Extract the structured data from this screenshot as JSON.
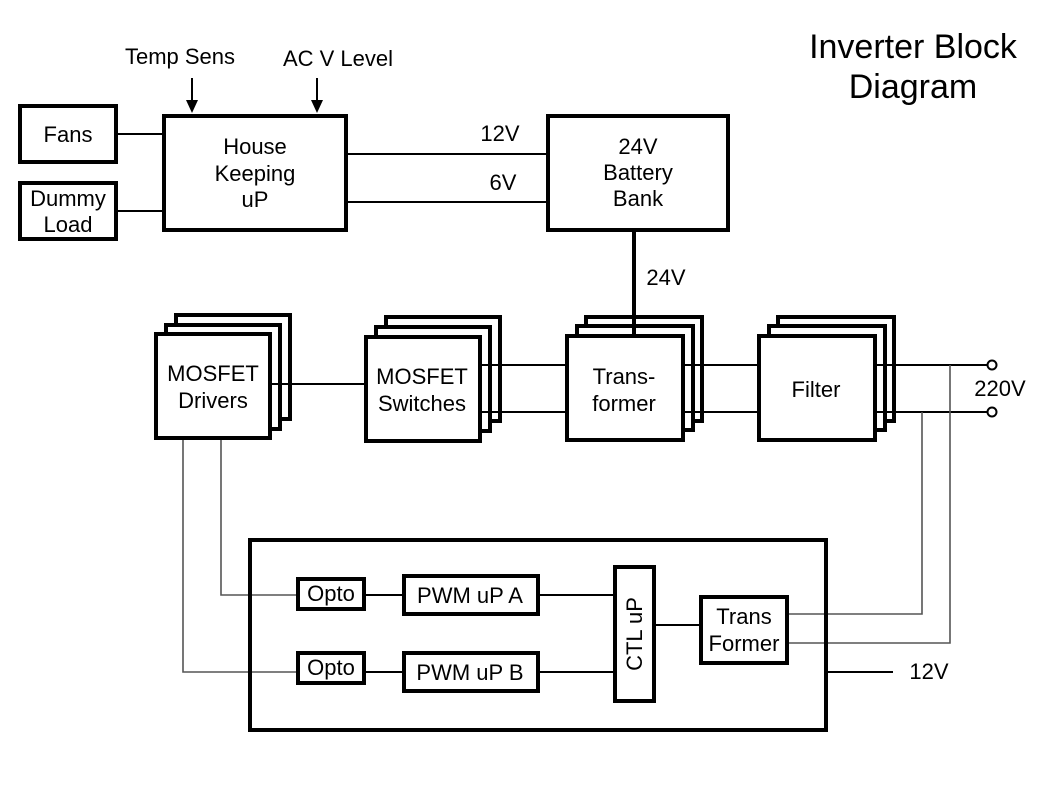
{
  "title": [
    "Inverter Block",
    "Diagram"
  ],
  "inputs": {
    "temp_sens": "Temp Sens",
    "ac_v_level": "AC V Level"
  },
  "blocks": {
    "fans": [
      "Fans"
    ],
    "dummy_load": [
      "Dummy",
      "Load"
    ],
    "housekeeping": [
      "House",
      "Keeping",
      "uP"
    ],
    "battery": [
      "24V",
      "Battery",
      "Bank"
    ],
    "mosfet_drivers": [
      "MOSFET",
      "Drivers"
    ],
    "mosfet_switches": [
      "MOSFET",
      "Switches"
    ],
    "transformer": [
      "Trans-",
      "former"
    ],
    "filter": [
      "Filter"
    ],
    "opto_a": [
      "Opto"
    ],
    "opto_b": [
      "Opto"
    ],
    "pwm_a": [
      "PWM uP A"
    ],
    "pwm_b": [
      "PWM uP B"
    ],
    "ctl": [
      "CTL uP"
    ],
    "ctl_transformer": [
      "Trans",
      "Former"
    ]
  },
  "wire_labels": {
    "v12_top": "12V",
    "v6": "6V",
    "v24": "24V",
    "v220": "220V",
    "v12_bottom": "12V"
  },
  "colors": {
    "line": "#000000",
    "feedback_line": "#555555",
    "background": "#ffffff"
  }
}
